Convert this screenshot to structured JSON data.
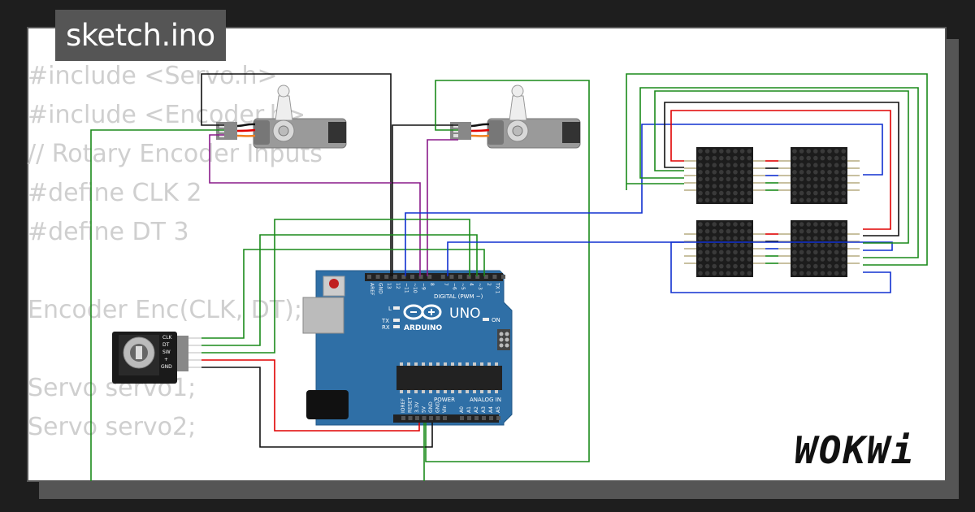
{
  "window": {
    "title": "sketch.ino"
  },
  "code_lines": [
    "#include <Servo.h>",
    "#include <Encoder.h>",
    "// Rotary Encoder Inputs",
    "#define CLK 2",
    "#define DT 3",
    "",
    "Encoder Enc(CLK, DT);",
    "",
    "Servo servo1;",
    "Servo servo2;"
  ],
  "arduino": {
    "brand": "ARDUINO",
    "model": "UNO",
    "digital_label": "DIGITAL (PWM ~)",
    "power_label": "POWER",
    "analog_label": "ANALOG IN",
    "on_label": "ON",
    "tx_label": "TX",
    "rx_label": "RX",
    "l_label": "L",
    "top_pins": [
      "AREF",
      "GND",
      "13",
      "12",
      "~11",
      "~10",
      "~9",
      "8",
      "7",
      "~6",
      "~5",
      "4",
      "~3",
      "2",
      "TX 1",
      "RX 0"
    ],
    "power_pins": [
      "IOREF",
      "RESET",
      "3.3V",
      "5V",
      "GND",
      "GND",
      "Vin"
    ],
    "analog_pins": [
      "A0",
      "A1",
      "A2",
      "A3",
      "A4",
      "A5"
    ]
  },
  "encoder": {
    "pins": [
      "CLK",
      "DT",
      "SW",
      "+",
      "GND"
    ]
  },
  "wire_colors": {
    "green": "#1a8a1a",
    "black": "#111111",
    "red": "#e00000",
    "blue": "#1030d0",
    "purple": "#8a1a8a"
  },
  "brand_logo": "WOKWi"
}
